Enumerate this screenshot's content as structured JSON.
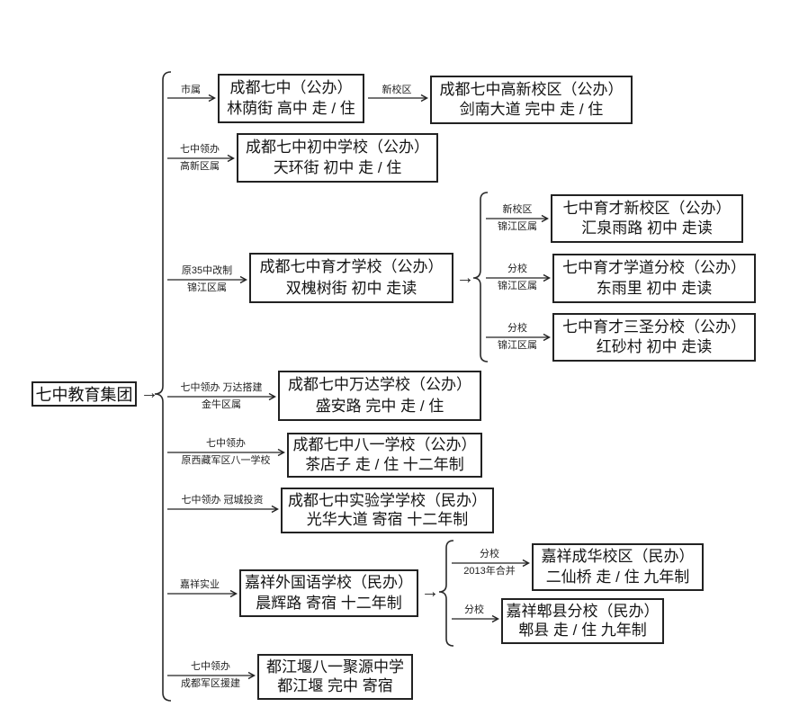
{
  "glyphs": {
    "arrow": "→"
  },
  "tree": {
    "root": "七中教育集团",
    "branches": [
      {
        "edge": {
          "top": "市属"
        },
        "node": {
          "title": "成都七中（公办）",
          "subtitle": "林荫街 高中 走 / 住"
        },
        "children": [
          {
            "edge": {
              "top": "新校区"
            },
            "node": {
              "title": "成都七中高新校区（公办）",
              "subtitle": "剑南大道 完中 走 / 住"
            }
          }
        ]
      },
      {
        "edge": {
          "top": "七中领办",
          "bottom": "高新区属"
        },
        "node": {
          "title": "成都七中初中学校（公办）",
          "subtitle": "天环街 初中 走 / 住"
        }
      },
      {
        "edge": {
          "top": "原35中改制",
          "bottom": "锦江区属"
        },
        "node": {
          "title": "成都七中育才学校（公办）",
          "subtitle": "双槐树街 初中 走读"
        },
        "children": [
          {
            "edge": {
              "top": "新校区",
              "bottom": "锦江区属"
            },
            "node": {
              "title": "七中育才新校区（公办）",
              "subtitle": "汇泉雨路 初中 走读"
            }
          },
          {
            "edge": {
              "top": "分校",
              "bottom": "锦江区属"
            },
            "node": {
              "title": "七中育才学道分校（公办）",
              "subtitle": "东雨里 初中 走读"
            }
          },
          {
            "edge": {
              "top": "分校",
              "bottom": "锦江区属"
            },
            "node": {
              "title": "七中育才三圣分校（公办）",
              "subtitle": "红砂村 初中 走读"
            }
          }
        ]
      },
      {
        "edge": {
          "top": "七中领办 万达搭建",
          "bottom": "金牛区属"
        },
        "node": {
          "title": "成都七中万达学校（公办）",
          "subtitle": "盛安路 完中 走 / 住"
        }
      },
      {
        "edge": {
          "top": "七中领办",
          "bottom": "原西藏军区八一学校"
        },
        "node": {
          "title": "成都七中八一学校（公办）",
          "subtitle": "茶店子 走 / 住 十二年制"
        }
      },
      {
        "edge": {
          "top": "七中领办 冠城投资"
        },
        "node": {
          "title": "成都七中实验学学校（民办）",
          "subtitle": "光华大道 寄宿 十二年制"
        }
      },
      {
        "edge": {
          "top": "嘉祥实业"
        },
        "node": {
          "title": "嘉祥外国语学校（民办）",
          "subtitle": "晨辉路 寄宿 十二年制"
        },
        "children": [
          {
            "edge": {
              "top": "分校",
              "bottom": "2013年合并"
            },
            "node": {
              "title": "嘉祥成华校区（民办）",
              "subtitle": "二仙桥 走 / 住 九年制"
            }
          },
          {
            "edge": {
              "top": "分校"
            },
            "node": {
              "title": "嘉祥郫县分校（民办）",
              "subtitle": "郫县 走 / 住 九年制"
            }
          }
        ]
      },
      {
        "edge": {
          "top": "七中领办",
          "bottom": "成都军区援建"
        },
        "node": {
          "title": "都江堰八一聚源中学",
          "subtitle": "都江堰 完中 寄宿"
        }
      }
    ]
  }
}
